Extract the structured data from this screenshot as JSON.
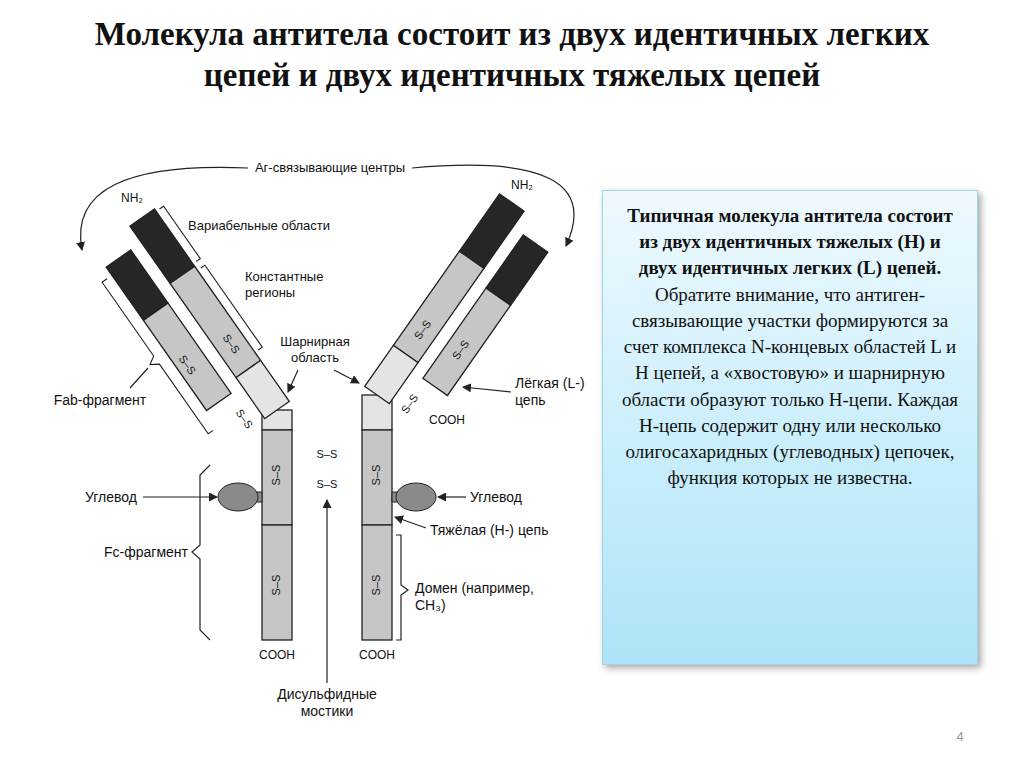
{
  "diagram": {
    "title": "Молекула антитела состоит из двух идентичных легких цепей и двух идентичных тяжелых цепей",
    "nodes": [
      {
        "text": [
          "Типичная молекула антитела состоит из двух идентичных тяжелых (H) и двух идентичных легких (L) цепей.",
          "Обратите внимание, что антиген-связывающие участки формируются за счет комплекса N-концевых областей L и H цепей, а «хвостовую» и шарнирную области образуют только H-цепи. Каждая H-цепь содержит одну или несколько олигосахаридных (углеводных) цепочек, функция которых не известна."
        ]
      }
    ],
    "labels": [
      "Аг-связывающие центры",
      "NH₂",
      "Вариабельные области",
      "NH₂",
      "Константные регионы",
      "Шарнирная область",
      "S–S",
      "S–S",
      "S–S",
      "Fab-фрагмент",
      "S–S",
      "S–S",
      "S–S",
      "Лёгкая (L-) цепь",
      "COOH",
      "S–S",
      "S–S",
      "S–S",
      "S–S",
      "Углевод",
      "Углевод",
      "Fc-фрагмент",
      "Тяжёлая (Н-) цепь",
      "S–S",
      "S–S",
      "Домен (например, CH₃)",
      "COOH",
      "COOH",
      "Дисульфидные мостики",
      "4"
    ]
  }
}
